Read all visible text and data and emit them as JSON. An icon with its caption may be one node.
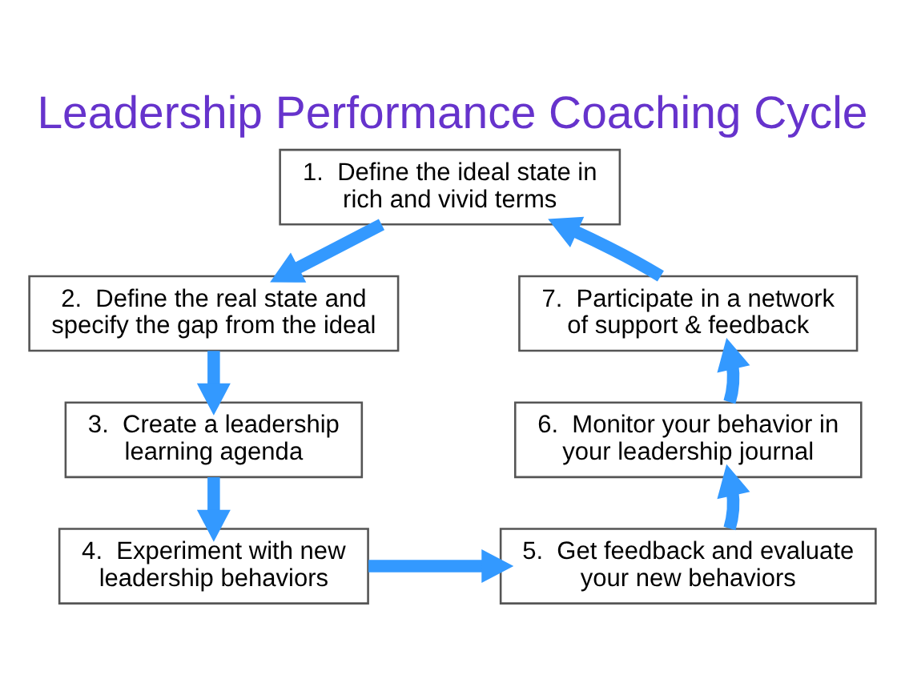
{
  "diagram": {
    "title": "Leadership Performance Coaching Cycle",
    "nodes": [
      {
        "text": [
          "1.  Define the ideal state in rich and vivid terms"
        ]
      },
      {
        "text": [
          "2.  Define the real state and specify the gap from the ideal"
        ]
      },
      {
        "text": [
          "3.  Create a leadership learning agenda"
        ]
      },
      {
        "text": [
          "4.  Experiment with new leadership behaviors"
        ]
      },
      {
        "text": [
          "5.  Get feedback and evaluate your new behaviors"
        ]
      },
      {
        "text": [
          "6.  Monitor your behavior in your leadership journal"
        ]
      },
      {
        "text": [
          "7.  Participate in a network of support & feedback"
        ]
      }
    ],
    "edges": [
      {
        "from": 0,
        "to": 1,
        "arrow": "to"
      },
      {
        "from": 1,
        "to": 2,
        "arrow": "to"
      },
      {
        "from": 2,
        "to": 3,
        "arrow": "to"
      },
      {
        "from": 3,
        "to": 4,
        "arrow": "to"
      },
      {
        "from": 4,
        "to": 5,
        "arrow": "to"
      },
      {
        "from": 5,
        "to": 6,
        "arrow": "to"
      },
      {
        "from": 6,
        "to": 0,
        "arrow": "to"
      }
    ]
  }
}
